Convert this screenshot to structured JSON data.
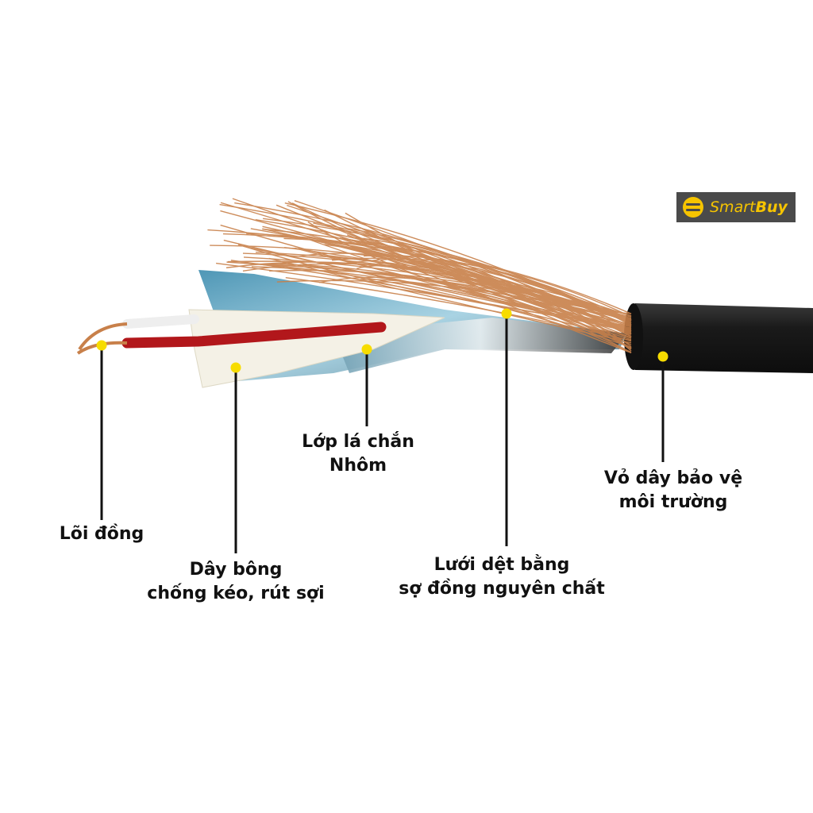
{
  "brand": {
    "name_light": "Smart",
    "name_bold": "Buy"
  },
  "labels": {
    "copper_core": [
      "Lõi đồng"
    ],
    "cotton_fiber": [
      "Dây bông",
      "chống kéo, rút sợi"
    ],
    "aluminum_foil": [
      "Lớp lá chắn",
      "Nhôm"
    ],
    "copper_braid": [
      "Lưới dệt bằng",
      "sợ đồng nguyên chất"
    ],
    "outer_jacket": [
      "Vỏ dây bảo vệ",
      "môi trường"
    ]
  },
  "colors": {
    "dot": "#f7dc00",
    "copper": "#c8804a",
    "jacket": "#1c1c1c",
    "logo_bg": "#4a4a4a",
    "logo_accent": "#f6c400"
  }
}
